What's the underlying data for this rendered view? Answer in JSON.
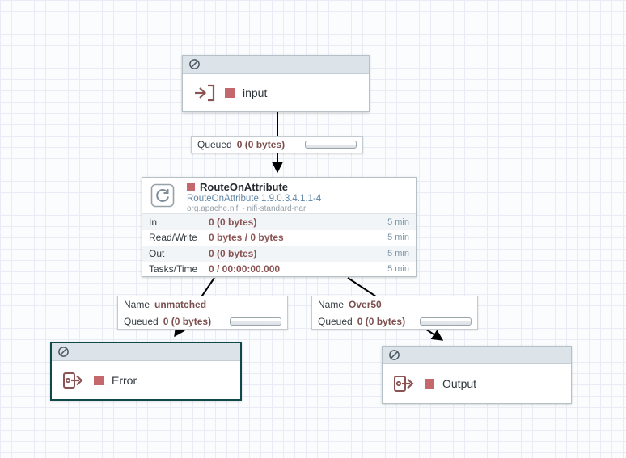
{
  "icons": {
    "no_transmission": "circle-slash",
    "input_port": "arrow-into-bracket",
    "output_port": "box-arrow-right",
    "processor_type": "circular-arrows",
    "run_status_stopped": "rose-square"
  },
  "colors": {
    "selection_border": "#10494a",
    "stopped_square": "#c4686e",
    "stat_value": "#8a5353",
    "subtitle_link": "#5f86a5",
    "component_header": "#dde4e9"
  },
  "input_port": {
    "label": "input"
  },
  "error_port": {
    "label": "Error"
  },
  "output_port": {
    "label": "Output"
  },
  "processor": {
    "title": "RouteOnAttribute",
    "subtitle": "RouteOnAttribute 1.9.0.3.4.1.1-4",
    "bundle": "org.apache.nifi - nifi-standard-nar",
    "stats": [
      {
        "label": "In",
        "value": "0 (0 bytes)",
        "window": "5 min"
      },
      {
        "label": "Read/Write",
        "value": "0 bytes / 0 bytes",
        "window": "5 min"
      },
      {
        "label": "Out",
        "value": "0 (0 bytes)",
        "window": "5 min"
      },
      {
        "label": "Tasks/Time",
        "value": "0 / 00:00:00.000",
        "window": "5 min"
      }
    ]
  },
  "connections": {
    "input_to_processor": {
      "queued_label": "Queued",
      "queued_value": "0 (0 bytes)"
    },
    "unmatched": {
      "name_label": "Name",
      "name_value": "unmatched",
      "queued_label": "Queued",
      "queued_value": "0 (0 bytes)"
    },
    "over50": {
      "name_label": "Name",
      "name_value": "Over50",
      "queued_label": "Queued",
      "queued_value": "0 (0 bytes)"
    }
  }
}
